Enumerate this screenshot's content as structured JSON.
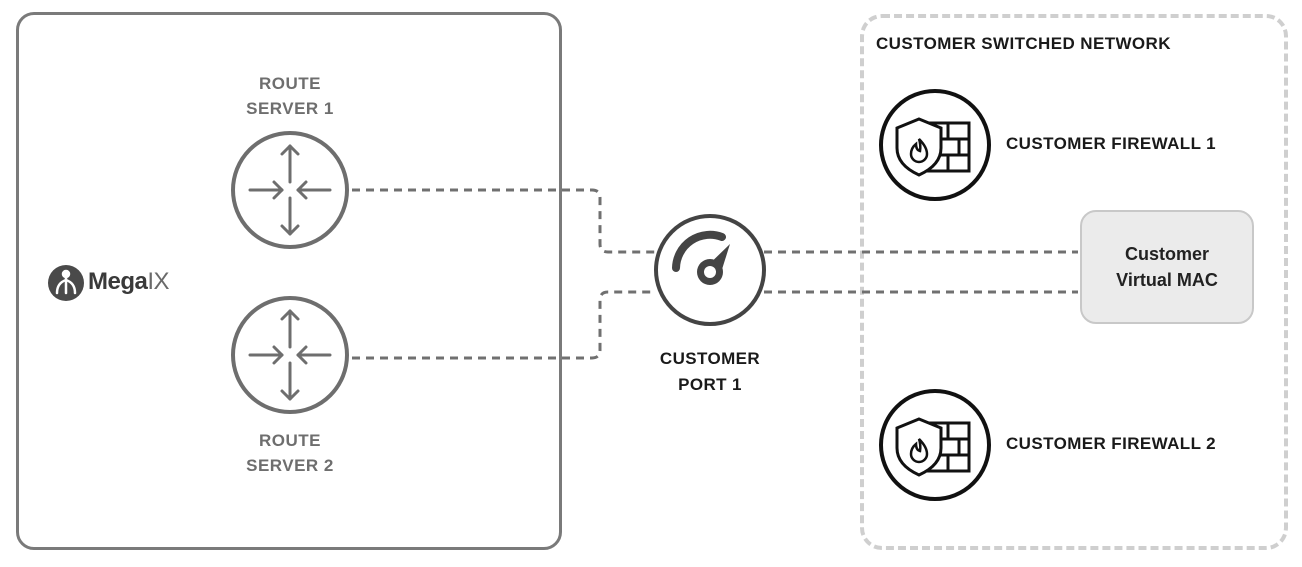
{
  "megaix": {
    "logo_bold": "Mega",
    "logo_light": "IX",
    "route_server_1_line1": "ROUTE",
    "route_server_1_line2": "SERVER 1",
    "route_server_2_line1": "ROUTE",
    "route_server_2_line2": "SERVER 2"
  },
  "customer_port": {
    "line1": "CUSTOMER",
    "line2": "PORT 1"
  },
  "customer_network": {
    "title": "CUSTOMER SWITCHED NETWORK",
    "firewall_1": "CUSTOMER FIREWALL 1",
    "firewall_2": "CUSTOMER FIREWALL 2",
    "virtual_mac_line1": "Customer",
    "virtual_mac_line2": "Virtual MAC"
  },
  "colors": {
    "route_server_stroke": "#6e6e6e",
    "port_stroke": "#444444",
    "firewall_stroke": "#111111",
    "dashed_link": "#707070",
    "customer_border": "#cfcfcf"
  },
  "icons": [
    "megaix-logo-icon",
    "router-icon",
    "speedometer-icon",
    "firewall-shield-icon"
  ]
}
